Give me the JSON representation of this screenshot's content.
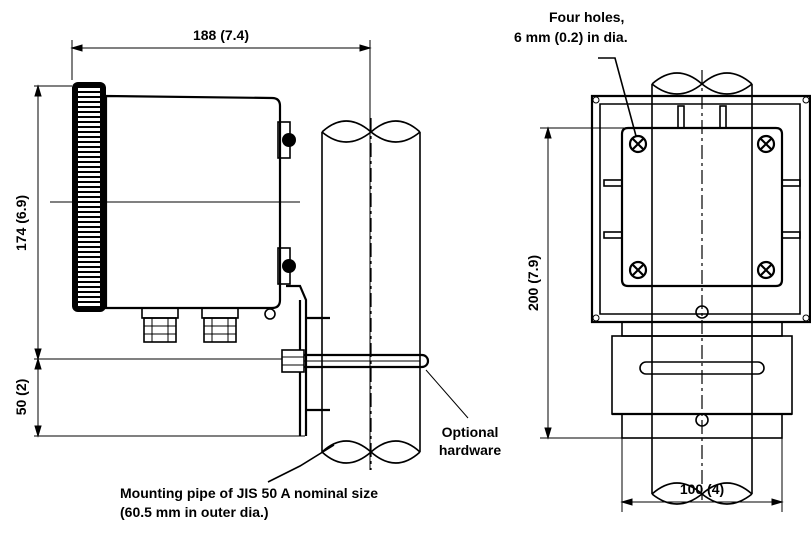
{
  "labels": {
    "width_dim": "188 (7.4)",
    "height_dim": "174 (6.9)",
    "offset_dim": "50 (2)",
    "holes_line1": "Four holes,",
    "holes_line2": "6 mm (0.2) in dia.",
    "pitch_v_dim": "200 (7.9)",
    "pitch_h_dim": "100 (4)",
    "hardware_line1": "Optional",
    "hardware_line2": "hardware",
    "pipe_line1": "Mounting pipe of JIS 50 A nominal size",
    "pipe_line2": "(60.5 mm in outer dia.)"
  }
}
